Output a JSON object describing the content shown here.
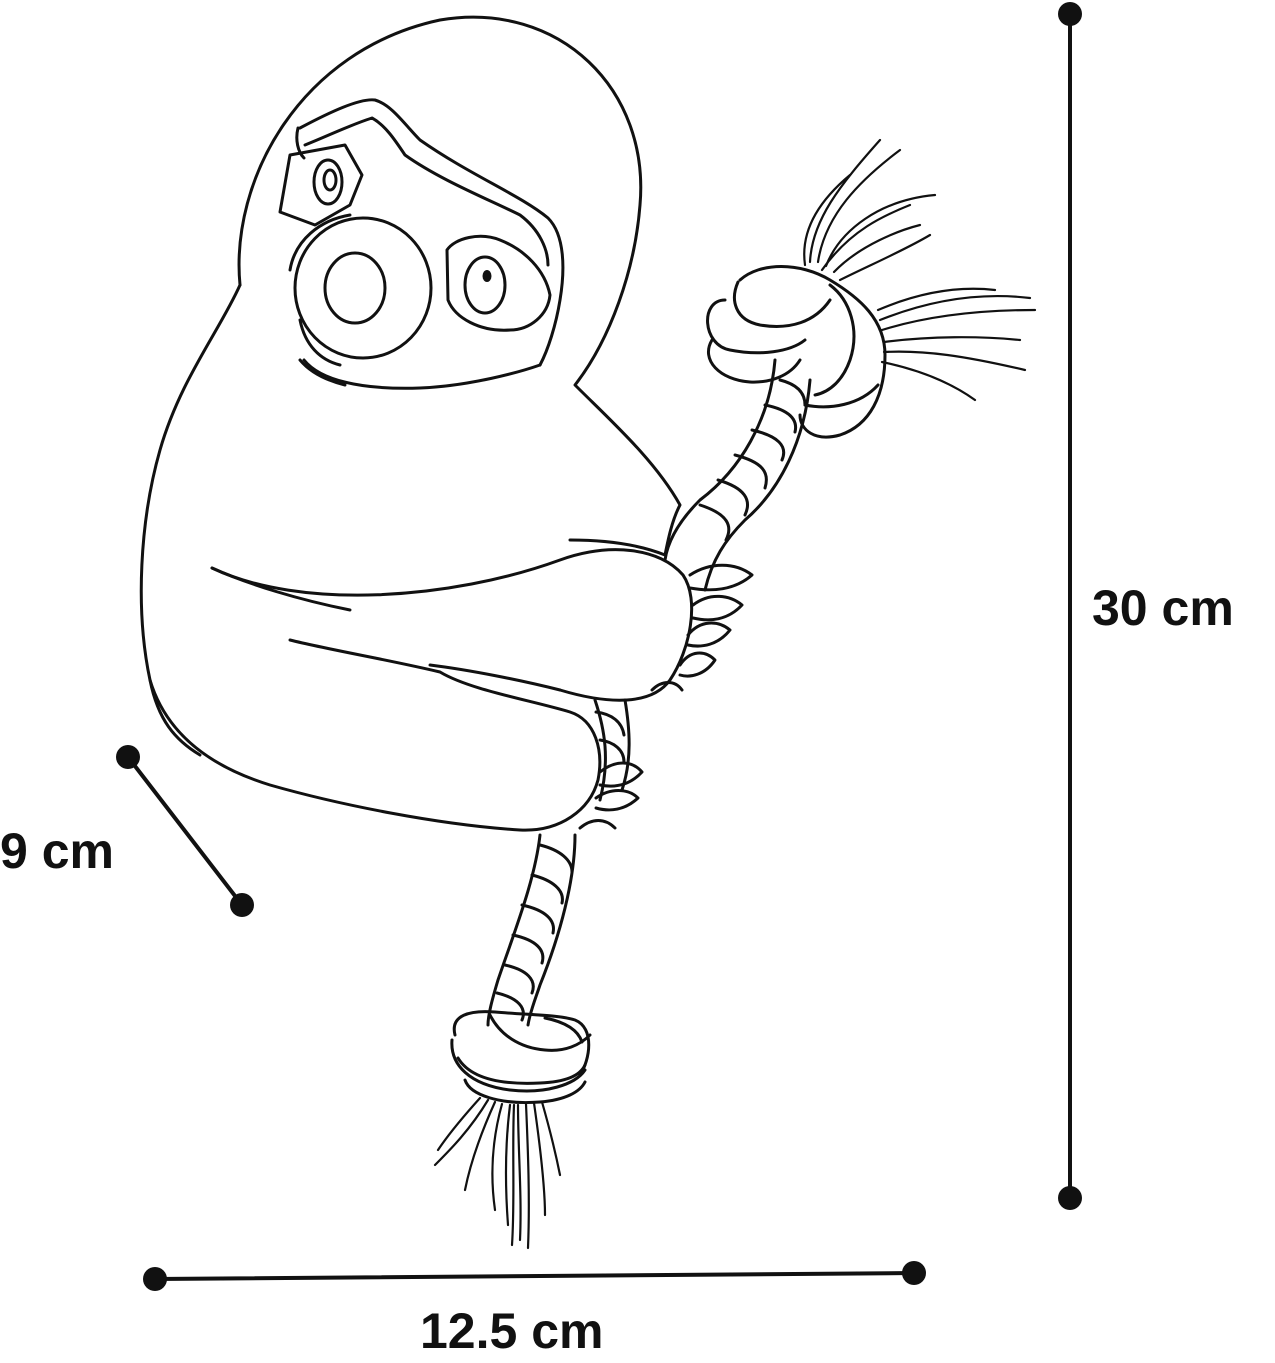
{
  "dimensions": {
    "height": {
      "label": "30 cm",
      "value": 30,
      "unit": "cm"
    },
    "depth": {
      "label": "9 cm",
      "value": 9,
      "unit": "cm"
    },
    "width": {
      "label": "12.5 cm",
      "value": 12.5,
      "unit": "cm"
    }
  },
  "colors": {
    "ink": "#111111",
    "background": "#ffffff"
  },
  "illustration": {
    "icon": "sloth-rope-toy-icon"
  }
}
